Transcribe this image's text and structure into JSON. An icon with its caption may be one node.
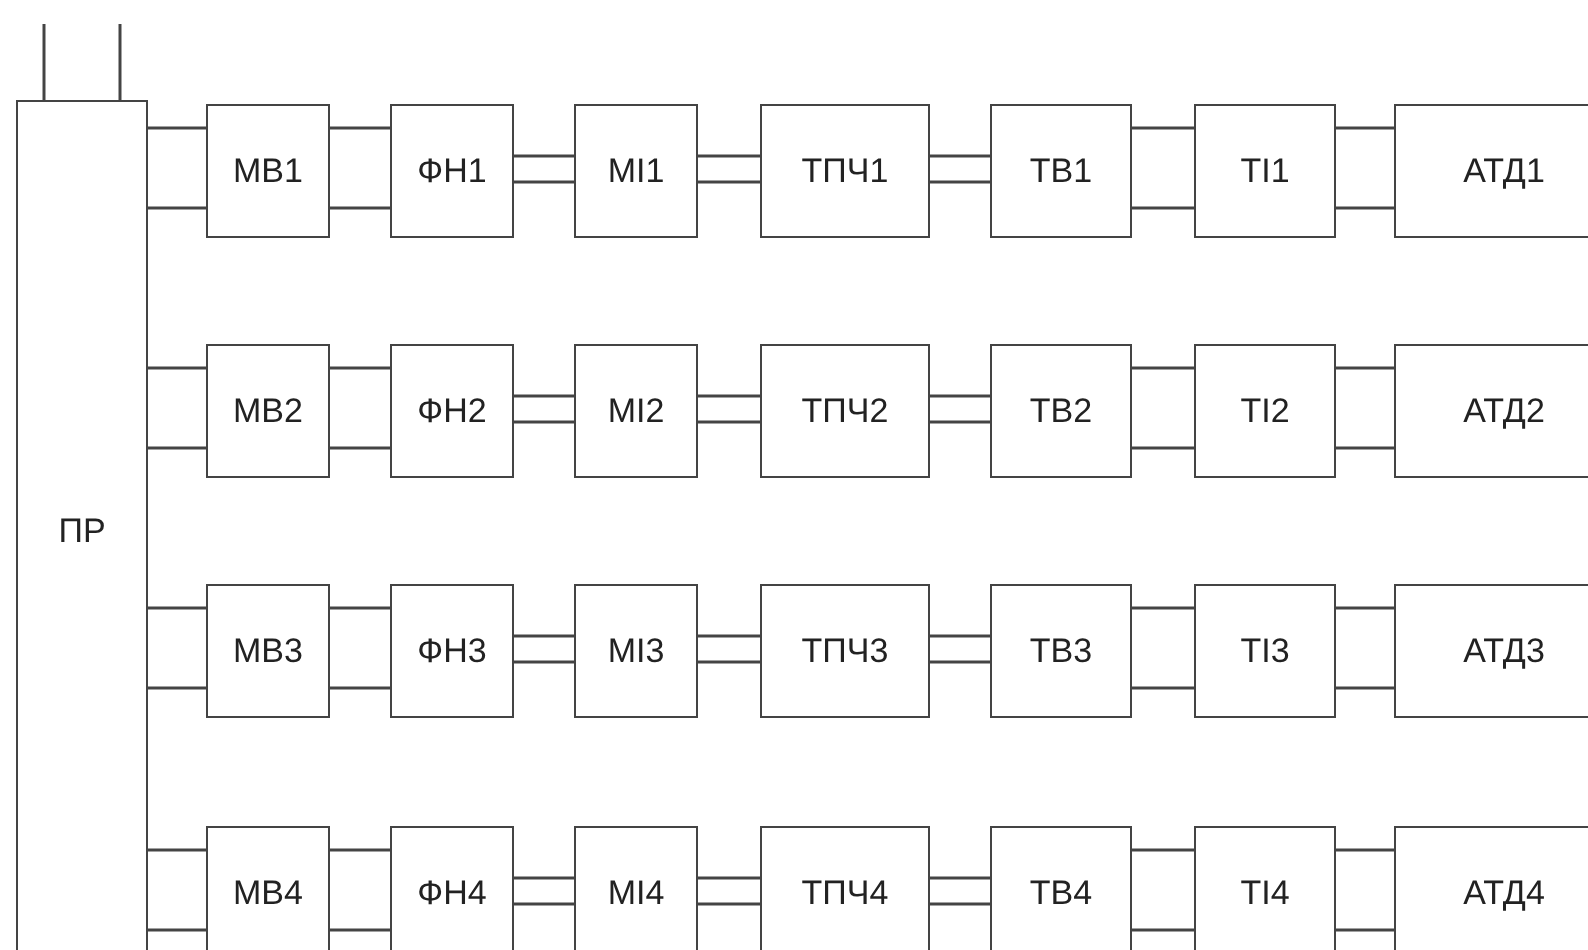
{
  "diagram": {
    "nodes": [
      {
        "text": [
          "ПР"
        ]
      },
      {
        "text": [
          "МВ1"
        ]
      },
      {
        "text": [
          "ФН1"
        ]
      },
      {
        "text": [
          "МІ1"
        ]
      },
      {
        "text": [
          "ТПЧ1"
        ]
      },
      {
        "text": [
          "ТВ1"
        ]
      },
      {
        "text": [
          "ТІ1"
        ]
      },
      {
        "text": [
          "АТД1"
        ]
      },
      {
        "text": [
          "МВ2"
        ]
      },
      {
        "text": [
          "ФН2"
        ]
      },
      {
        "text": [
          "МІ2"
        ]
      },
      {
        "text": [
          "ТПЧ2"
        ]
      },
      {
        "text": [
          "ТВ2"
        ]
      },
      {
        "text": [
          "ТІ2"
        ]
      },
      {
        "text": [
          "АТД2"
        ]
      },
      {
        "text": [
          "МВ3"
        ]
      },
      {
        "text": [
          "ФН3"
        ]
      },
      {
        "text": [
          "МІ3"
        ]
      },
      {
        "text": [
          "ТПЧ3"
        ]
      },
      {
        "text": [
          "ТВ3"
        ]
      },
      {
        "text": [
          "ТІ3"
        ]
      },
      {
        "text": [
          "АТД3"
        ]
      },
      {
        "text": [
          "МВ4"
        ]
      },
      {
        "text": [
          "ФН4"
        ]
      },
      {
        "text": [
          "МІ4"
        ]
      },
      {
        "text": [
          "ТПЧ4"
        ]
      },
      {
        "text": [
          "ТВ4"
        ]
      },
      {
        "text": [
          "ТІ4"
        ]
      },
      {
        "text": [
          "АТД4"
        ]
      }
    ],
    "edges": [
      {
        "from": 0,
        "to": null,
        "arrow": "none"
      },
      {
        "from": 0,
        "to": null,
        "arrow": "none"
      },
      {
        "from": 0,
        "to": 1,
        "arrow": "none"
      },
      {
        "from": 0,
        "to": 1,
        "arrow": "none"
      },
      {
        "from": 1,
        "to": 2,
        "arrow": "none"
      },
      {
        "from": 1,
        "to": 2,
        "arrow": "none"
      },
      {
        "from": 2,
        "to": 3,
        "arrow": "none"
      },
      {
        "from": 2,
        "to": 3,
        "arrow": "none"
      },
      {
        "from": 3,
        "to": 4,
        "arrow": "none"
      },
      {
        "from": 3,
        "to": 4,
        "arrow": "none"
      },
      {
        "from": 4,
        "to": 5,
        "arrow": "none"
      },
      {
        "from": 4,
        "to": 5,
        "arrow": "none"
      },
      {
        "from": 5,
        "to": 6,
        "arrow": "none"
      },
      {
        "from": 5,
        "to": 6,
        "arrow": "none"
      },
      {
        "from": 6,
        "to": 7,
        "arrow": "none"
      },
      {
        "from": 6,
        "to": 7,
        "arrow": "none"
      },
      {
        "from": 0,
        "to": 8,
        "arrow": "none"
      },
      {
        "from": 0,
        "to": 8,
        "arrow": "none"
      },
      {
        "from": 8,
        "to": 9,
        "arrow": "none"
      },
      {
        "from": 8,
        "to": 9,
        "arrow": "none"
      },
      {
        "from": 9,
        "to": 10,
        "arrow": "none"
      },
      {
        "from": 9,
        "to": 10,
        "arrow": "none"
      },
      {
        "from": 10,
        "to": 11,
        "arrow": "none"
      },
      {
        "from": 10,
        "to": 11,
        "arrow": "none"
      },
      {
        "from": 11,
        "to": 12,
        "arrow": "none"
      },
      {
        "from": 11,
        "to": 12,
        "arrow": "none"
      },
      {
        "from": 12,
        "to": 13,
        "arrow": "none"
      },
      {
        "from": 12,
        "to": 13,
        "arrow": "none"
      },
      {
        "from": 13,
        "to": 14,
        "arrow": "none"
      },
      {
        "from": 13,
        "to": 14,
        "arrow": "none"
      },
      {
        "from": 0,
        "to": 15,
        "arrow": "none"
      },
      {
        "from": 0,
        "to": 15,
        "arrow": "none"
      },
      {
        "from": 15,
        "to": 16,
        "arrow": "none"
      },
      {
        "from": 15,
        "to": 16,
        "arrow": "none"
      },
      {
        "from": 16,
        "to": 17,
        "arrow": "none"
      },
      {
        "from": 16,
        "to": 17,
        "arrow": "none"
      },
      {
        "from": 17,
        "to": 18,
        "arrow": "none"
      },
      {
        "from": 17,
        "to": 18,
        "arrow": "none"
      },
      {
        "from": 18,
        "to": 19,
        "arrow": "none"
      },
      {
        "from": 18,
        "to": 19,
        "arrow": "none"
      },
      {
        "from": 19,
        "to": 20,
        "arrow": "none"
      },
      {
        "from": 19,
        "to": 20,
        "arrow": "none"
      },
      {
        "from": 20,
        "to": 21,
        "arrow": "none"
      },
      {
        "from": 20,
        "to": 21,
        "arrow": "none"
      },
      {
        "from": 0,
        "to": 22,
        "arrow": "none"
      },
      {
        "from": 0,
        "to": 22,
        "arrow": "none"
      },
      {
        "from": 22,
        "to": 23,
        "arrow": "none"
      },
      {
        "from": 22,
        "to": 23,
        "arrow": "none"
      },
      {
        "from": 23,
        "to": 24,
        "arrow": "none"
      },
      {
        "from": 23,
        "to": 24,
        "arrow": "none"
      },
      {
        "from": 24,
        "to": 25,
        "arrow": "none"
      },
      {
        "from": 24,
        "to": 25,
        "arrow": "none"
      },
      {
        "from": 25,
        "to": 26,
        "arrow": "none"
      },
      {
        "from": 25,
        "to": 26,
        "arrow": "none"
      },
      {
        "from": 26,
        "to": 27,
        "arrow": "none"
      },
      {
        "from": 26,
        "to": 27,
        "arrow": "none"
      },
      {
        "from": 27,
        "to": 28,
        "arrow": "none"
      },
      {
        "from": 27,
        "to": 28,
        "arrow": "none"
      }
    ]
  }
}
